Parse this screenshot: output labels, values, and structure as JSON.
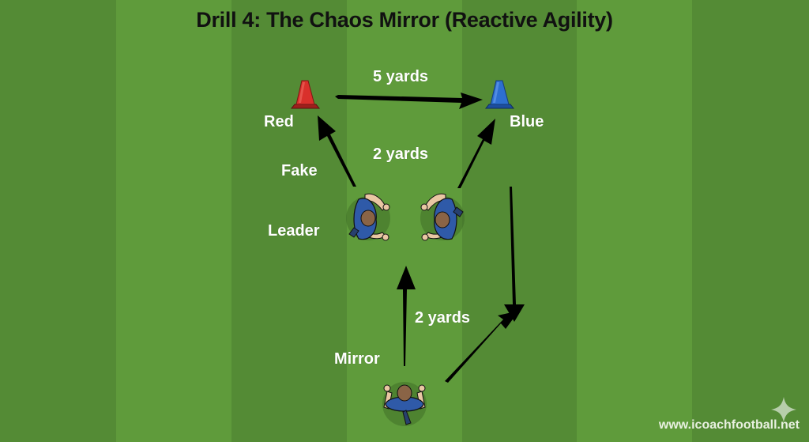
{
  "title": "Drill 4: The Chaos Mirror (Reactive Agility)",
  "colors": {
    "pitch_dark": "#548b35",
    "pitch_light": "#5f9b3b",
    "cone_red": "#d9302b",
    "cone_blue": "#2d6fd0",
    "jersey": "#2f5aa8",
    "arrow": "#000000",
    "label": "#ffffff",
    "title": "#111111"
  },
  "stripes": [
    {
      "shade": "dark",
      "width": 147
    },
    {
      "shade": "light",
      "width": 146
    },
    {
      "shade": "dark",
      "width": 146
    },
    {
      "shade": "light",
      "width": 146
    },
    {
      "shade": "dark",
      "width": 145
    },
    {
      "shade": "light",
      "width": 146
    },
    {
      "shade": "dark",
      "width": 148
    }
  ],
  "cones": [
    {
      "id": "red",
      "label": "Red",
      "color": "#d9302b"
    },
    {
      "id": "blue",
      "label": "Blue",
      "color": "#2d6fd0"
    }
  ],
  "players": [
    {
      "id": "leader",
      "label": "Leader"
    },
    {
      "id": "partner",
      "label": ""
    },
    {
      "id": "mirror",
      "label": "Mirror"
    }
  ],
  "labels": {
    "distance_top": "5 yards",
    "distance_middle": "2 yards",
    "distance_bottom": "2 yards",
    "fake": "Fake",
    "red": "Red",
    "blue": "Blue",
    "leader": "Leader",
    "mirror": "Mirror"
  },
  "watermark": "www.icoachfootball.net"
}
